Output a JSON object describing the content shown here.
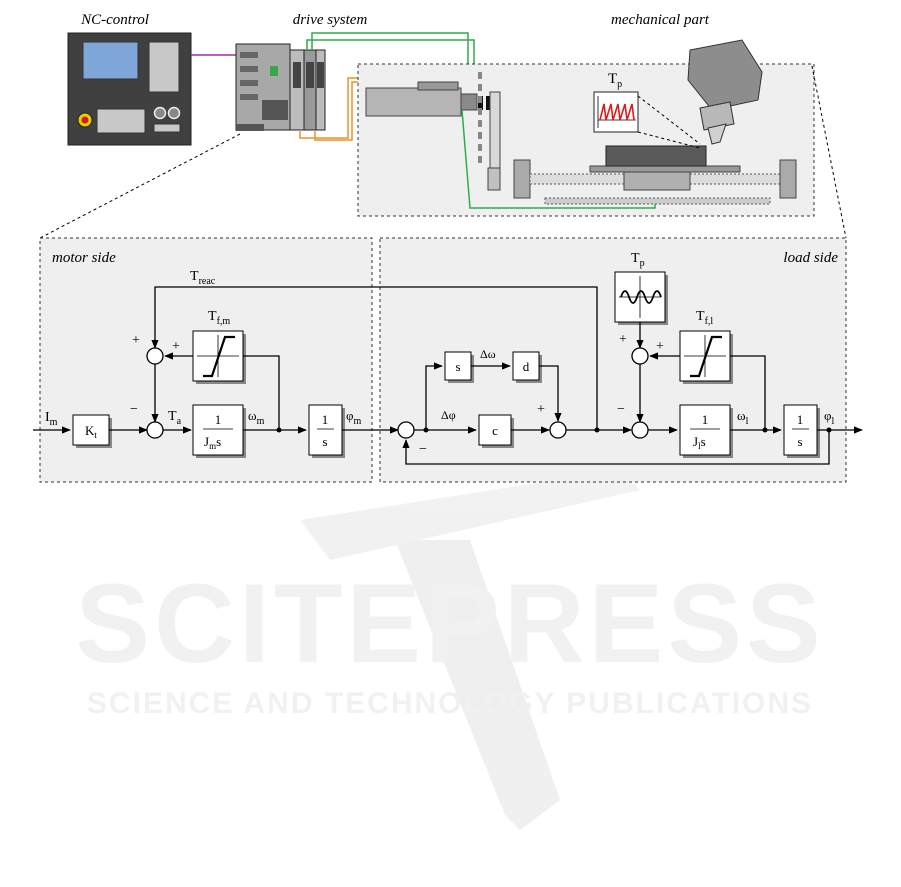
{
  "top": {
    "nc_label": "NC-control",
    "drive_label": "drive system",
    "mech_label": "mechanical part",
    "tp_label": "T",
    "tp_sub": "p"
  },
  "motor": {
    "region_label": "motor side",
    "treac": "T",
    "treac_sub": "reac",
    "im": "I",
    "im_sub": "m",
    "kt": "K",
    "kt_sub": "t",
    "ta": "T",
    "ta_sub": "a",
    "tfm": "T",
    "tfm_sub": "f,m",
    "inertia_num": "1",
    "inertia_den": "J",
    "inertia_den_sub": "m",
    "inertia_s": "s",
    "omega": "ω",
    "omega_sub": "m",
    "int_num": "1",
    "int_den": "s",
    "phi": "φ",
    "phi_sub": "m",
    "plus_top": "+",
    "plus_fric": "+",
    "minus": "−"
  },
  "load": {
    "region_label": "load side",
    "tp": "T",
    "tp_sub": "p",
    "s_block": "s",
    "d_omega": "Δω",
    "d_block": "d",
    "d_phi": "Δφ",
    "c_block": "c",
    "plus_sum": "+",
    "minus_sum": "−",
    "tfl": "T",
    "tfl_sub": "f,l",
    "plus_tp": "+",
    "plus_fric": "+",
    "minus_fric": "−",
    "inertia_num": "1",
    "inertia_den": "J",
    "inertia_den_sub": "l",
    "inertia_s": "s",
    "omega": "ω",
    "omega_sub": "l",
    "int_num": "1",
    "int_den": "s",
    "phi": "φ",
    "phi_sub": "l"
  },
  "watermark": {
    "line1": "SCITEPRESS",
    "line2": "SCIENCE AND TECHNOLOGY PUBLICATIONS"
  }
}
